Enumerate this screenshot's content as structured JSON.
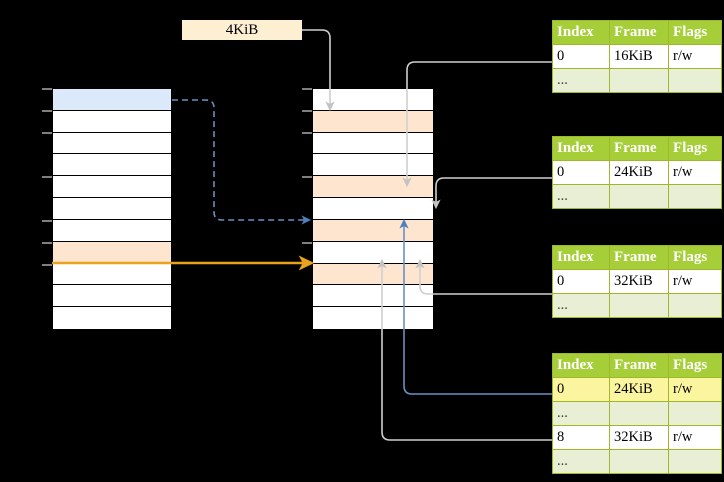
{
  "diagram": {
    "title": "page-table-walk-diagram",
    "background_color": "#000000",
    "label": {
      "text": "4KiB",
      "background": "#fdefd2"
    },
    "colors": {
      "header_green": "#a6ce39",
      "row_dim_green": "#e8efd4",
      "highlight_yellow": "#fcf5a0",
      "cell_peach": "#fde5d0",
      "cell_blue": "#dce9fb",
      "arrow_orange": "#e8a21c",
      "arrow_blue": "#6a8fc4",
      "arrow_gray": "#b8b8b8"
    },
    "virtual_column": {
      "name": "virtual-address-space",
      "row_count": 11,
      "rows": [
        {
          "fill": "blue"
        },
        {
          "fill": "white"
        },
        {
          "fill": "white"
        },
        {
          "fill": "white"
        },
        {
          "fill": "white"
        },
        {
          "fill": "white"
        },
        {
          "fill": "white"
        },
        {
          "fill": "peach"
        },
        {
          "fill": "white"
        },
        {
          "fill": "white"
        },
        {
          "fill": "white"
        }
      ]
    },
    "physical_column": {
      "name": "physical-memory",
      "row_count": 11,
      "rows": [
        {
          "fill": "white"
        },
        {
          "fill": "peach"
        },
        {
          "fill": "white"
        },
        {
          "fill": "white"
        },
        {
          "fill": "peach"
        },
        {
          "fill": "white"
        },
        {
          "fill": "peach"
        },
        {
          "fill": "white"
        },
        {
          "fill": "peach"
        },
        {
          "fill": "white"
        },
        {
          "fill": "white"
        }
      ]
    },
    "tables": [
      {
        "name": "page-table-level-1",
        "columns": [
          "Index",
          "Frame",
          "Flags"
        ],
        "rows": [
          {
            "cells": [
              "0",
              "16KiB",
              "r/w"
            ],
            "style": "normal"
          },
          {
            "cells": [
              "...",
              "",
              ""
            ],
            "style": "dim"
          }
        ]
      },
      {
        "name": "page-table-level-2",
        "columns": [
          "Index",
          "Frame",
          "Flags"
        ],
        "rows": [
          {
            "cells": [
              "0",
              "24KiB",
              "r/w"
            ],
            "style": "normal"
          },
          {
            "cells": [
              "...",
              "",
              ""
            ],
            "style": "dim"
          }
        ]
      },
      {
        "name": "page-table-level-3",
        "columns": [
          "Index",
          "Frame",
          "Flags"
        ],
        "rows": [
          {
            "cells": [
              "0",
              "32KiB",
              "r/w"
            ],
            "style": "normal"
          },
          {
            "cells": [
              "...",
              "",
              ""
            ],
            "style": "dim"
          }
        ]
      },
      {
        "name": "page-table-level-4",
        "columns": [
          "Index",
          "Frame",
          "Flags"
        ],
        "rows": [
          {
            "cells": [
              "0",
              "24KiB",
              "r/w"
            ],
            "style": "highlight"
          },
          {
            "cells": [
              "...",
              "",
              ""
            ],
            "style": "dim"
          },
          {
            "cells": [
              "8",
              "32KiB",
              "r/w"
            ],
            "style": "normal"
          },
          {
            "cells": [
              "...",
              "",
              ""
            ],
            "style": "dim"
          }
        ]
      }
    ]
  }
}
